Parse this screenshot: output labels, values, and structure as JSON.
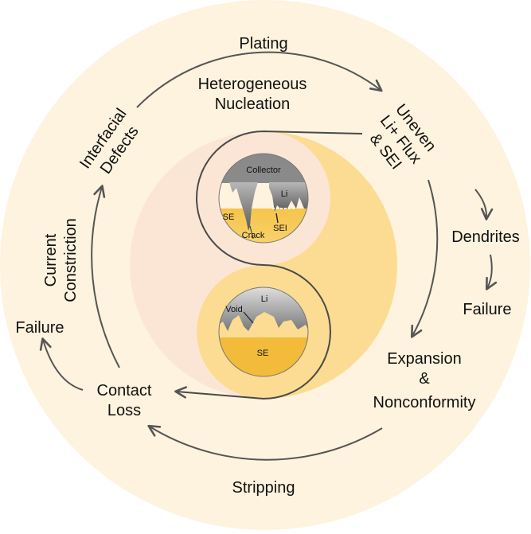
{
  "diagram": {
    "top_label": "Plating",
    "bottom_label": "Stripping",
    "nucleation_line1": "Heterogeneous",
    "nucleation_line2": "Nucleation",
    "uneven_line1": "Uneven",
    "uneven_line2": "Li+ Flux",
    "uneven_line3": "& SEI",
    "dendrites": "Dendrites",
    "failure_right": "Failure",
    "expansion_line1": "Expansion",
    "expansion_line2": "&",
    "expansion_line3": "Nonconformity",
    "contact_line1": "Contact",
    "contact_line2": "Loss",
    "failure_left": "Failure",
    "current_line1": "Current",
    "current_line2": "Constriction",
    "interfacial_line1": "Interfacial",
    "interfacial_line2": "Defects",
    "top_inset": {
      "collector": "Collector",
      "li": "Li",
      "se": "SE",
      "crack": "Crack",
      "sei": "SEI"
    },
    "bottom_inset": {
      "li": "Li",
      "void": "Void",
      "se": "SE"
    }
  },
  "colors": {
    "outer_disk": "#fdf3de",
    "gold_half": "#fbdc92",
    "peach_half": "#fbe6d6",
    "collector": "#8a8a8a",
    "li_metal": "#777777",
    "electrolyte": "#f2bb3a",
    "arrow": "#555555"
  }
}
